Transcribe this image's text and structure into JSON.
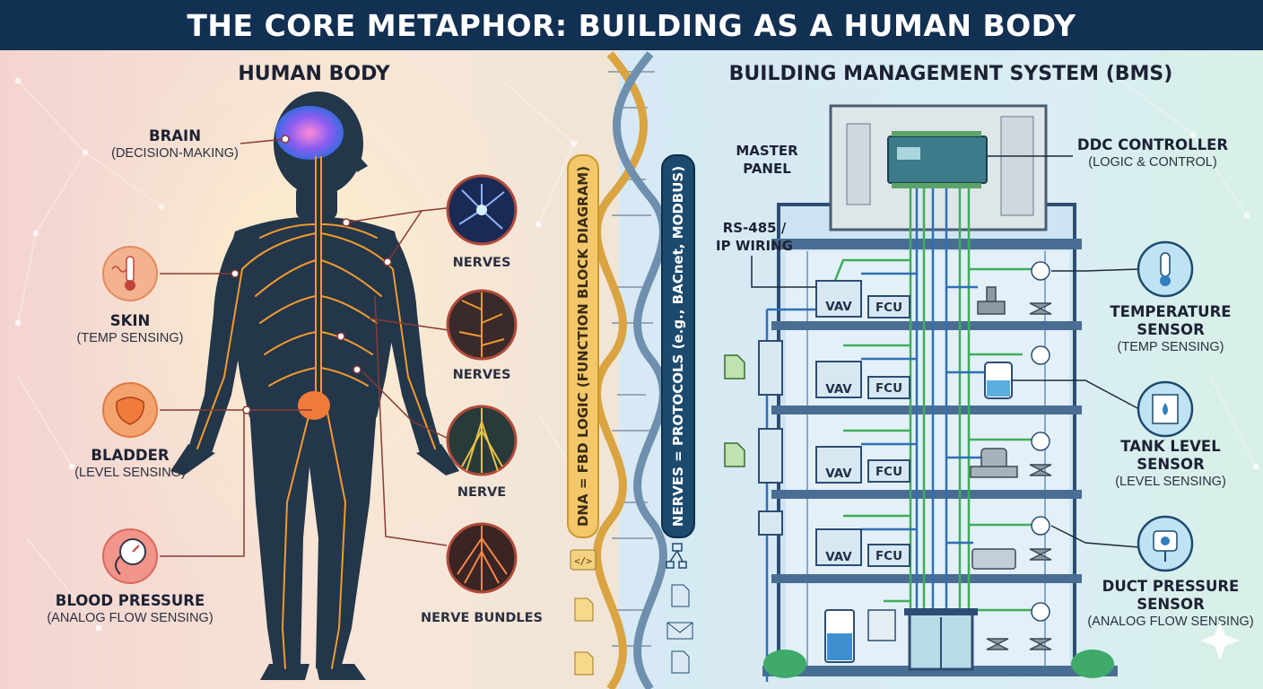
{
  "title": "THE CORE METAPHOR: BUILDING AS A HUMAN BODY",
  "left_panel": {
    "heading": "HUMAN BODY",
    "brain": {
      "name": "BRAIN",
      "role": "(DECISION-MAKING)"
    },
    "skin": {
      "name": "SKIN",
      "role": "(TEMP SENSING)"
    },
    "bladder": {
      "name": "BLADDER",
      "role": "(LEVEL SENSING)"
    },
    "blood_pressure": {
      "name": "BLOOD PRESSURE",
      "role": "(ANALOG FLOW SENSING)"
    },
    "nerve_labels": [
      "NERVES",
      "NERVES",
      "NERVE",
      "NERVE BUNDLES"
    ]
  },
  "center": {
    "dna_label": "DNA = FBD LOGIC (FUNCTION BLOCK DIAGRAM)",
    "nerves_label": "NERVES = PROTOCOLS (e.g., BACnet, MODBUS)",
    "code_icon": "</>"
  },
  "right_panel": {
    "heading": "BUILDING MANAGEMENT SYSTEM (BMS)",
    "master_panel": {
      "line1": "MASTER",
      "line2": "PANEL"
    },
    "wiring": {
      "line1": "RS-485 /",
      "line2": "IP WIRING"
    },
    "ddc": {
      "name": "DDC CONTROLLER",
      "role": "(LOGIC & CONTROL)"
    },
    "temperature_sensor": {
      "name1": "TEMPERATURE",
      "name2": "SENSOR",
      "role": "(TEMP SENSING)"
    },
    "tank_level_sensor": {
      "name1": "TANK LEVEL",
      "name2": "SENSOR",
      "role": "(LEVEL SENSING)"
    },
    "duct_pressure_sensor": {
      "name1": "DUCT PRESSURE",
      "name2": "SENSOR",
      "role": "(ANALOG FLOW SENSING)"
    },
    "floors": [
      {
        "vav": "VAV",
        "fcu": "FCU"
      },
      {
        "vav": "VAV",
        "fcu": "FCU"
      },
      {
        "vav": "VAV",
        "fcu": "FCU"
      },
      {
        "vav": "VAV",
        "fcu": "FCU"
      }
    ]
  },
  "colors": {
    "title_bar": "#123052",
    "nerve_orange": "#f29a2e",
    "body_dark": "#23364a",
    "wire_green": "#3fae5a",
    "wire_blue": "#2f6fb5",
    "dna_gold": "#d9a441",
    "protocol_pill": "#1c4a6e"
  }
}
